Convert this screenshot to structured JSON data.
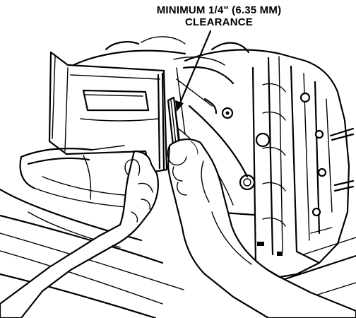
{
  "callout": {
    "line1": "MINIMUM 1/4\" (6.35 MM)",
    "line2": "CLEARANCE"
  },
  "colors": {
    "ink": "#000000",
    "paper": "#ffffff"
  },
  "icons": [
    "leader-arrow"
  ]
}
